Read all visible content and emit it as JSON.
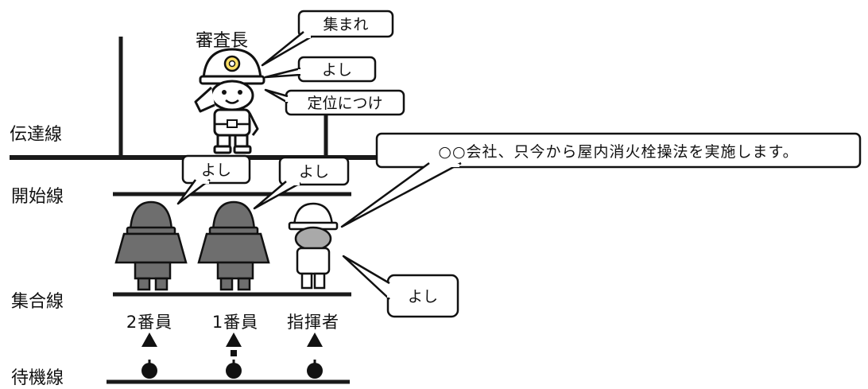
{
  "lines": {
    "dentatsu": "伝達線",
    "kaishi": "開始線",
    "shugo": "集合線",
    "taiki": "待機線"
  },
  "inspector": {
    "title": "審査長",
    "commands": [
      "集まれ",
      "よし",
      "定位につけ"
    ]
  },
  "members": {
    "no2": "2番員",
    "no1": "1番員",
    "leader": "指揮者"
  },
  "replies": {
    "no2": "よし",
    "no1": "よし",
    "leader": "よし"
  },
  "announcement": "○○会社、只今から屋内消火栓操法を実施します。",
  "colors": {
    "line": "#1a1a1a",
    "member_fill": "#6e6e6e",
    "leader_fill": "#a9a9a9",
    "helmet_gold": "#ffe066"
  }
}
